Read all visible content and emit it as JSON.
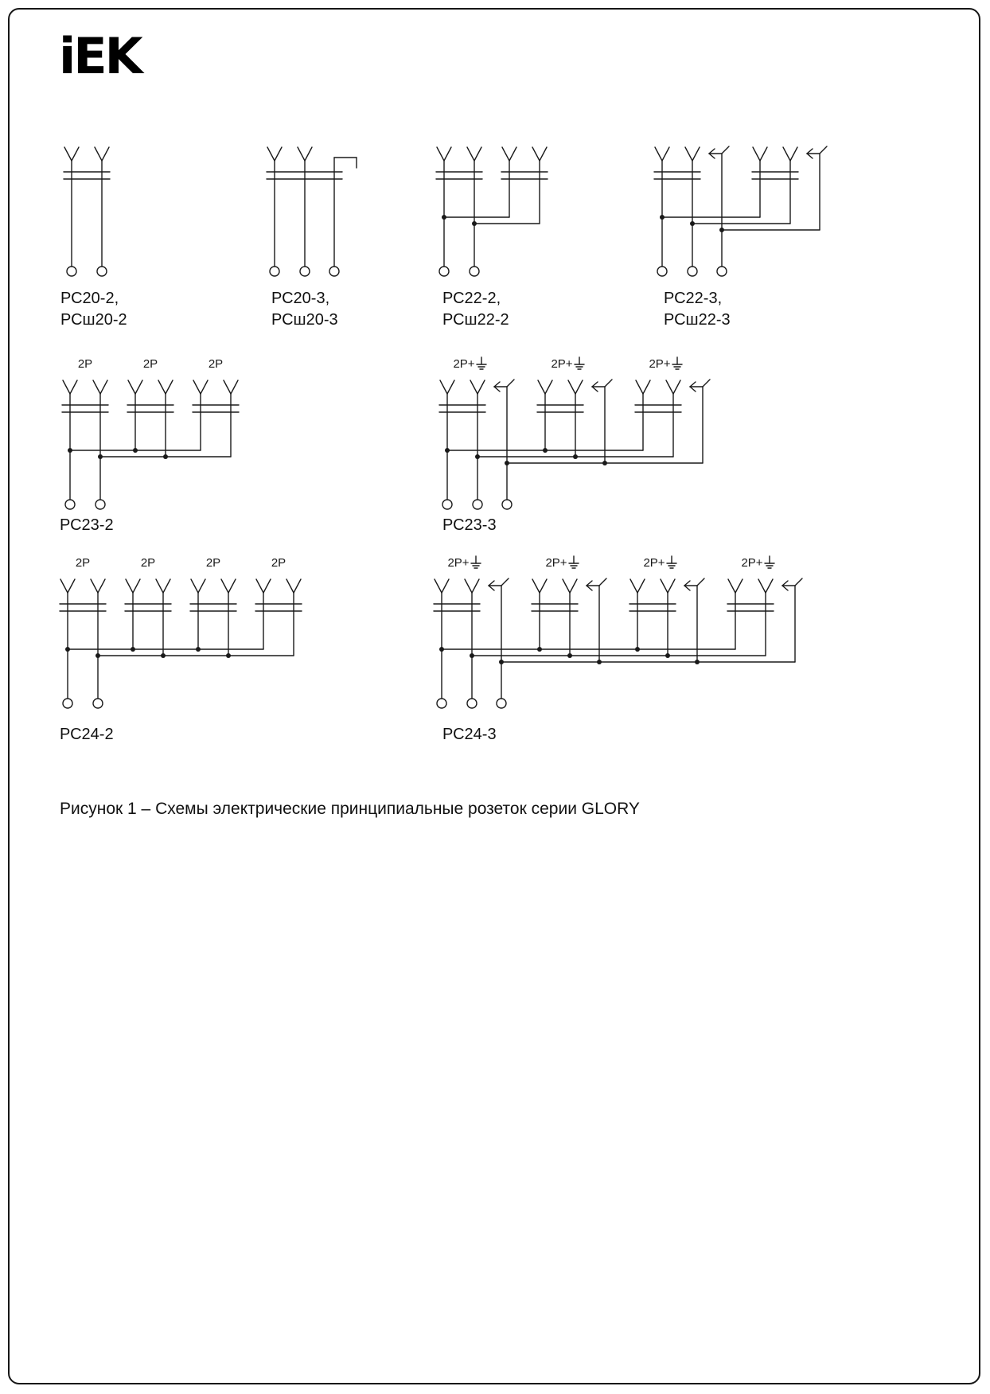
{
  "page": {
    "logo_text": "iEK",
    "caption": "Рисунок 1 – Схемы электрические принципиальные розеток серии GLORY"
  },
  "diagrams": [
    {
      "id": "pc20-2",
      "label_line1": "РС20-2,",
      "label_line2": "РСш20-2",
      "gangs": 1,
      "grounded": false
    },
    {
      "id": "pc20-3",
      "label_line1": "РС20-3,",
      "label_line2": "РСш20-3",
      "gangs": 1,
      "grounded": true
    },
    {
      "id": "pc22-2",
      "label_line1": "РС22-2,",
      "label_line2": "РСш22-2",
      "gangs": 2,
      "grounded": false
    },
    {
      "id": "pc22-3",
      "label_line1": "РС22-3,",
      "label_line2": "РСш22-3",
      "gangs": 2,
      "grounded": true
    },
    {
      "id": "pc23-2",
      "label_line1": "РС23-2",
      "gangs": 3,
      "grounded": false,
      "unit_label": "2Р"
    },
    {
      "id": "pc23-3",
      "label_line1": "РС23-3",
      "gangs": 3,
      "grounded": true,
      "unit_label": "2Р+",
      "unit_label_icon": "earth-ground"
    },
    {
      "id": "pc24-2",
      "label_line1": "РС24-2",
      "gangs": 4,
      "grounded": false,
      "unit_label": "2Р"
    },
    {
      "id": "pc24-3",
      "label_line1": "РС24-3",
      "gangs": 4,
      "grounded": true,
      "unit_label": "2Р+",
      "unit_label_icon": "earth-ground"
    }
  ]
}
